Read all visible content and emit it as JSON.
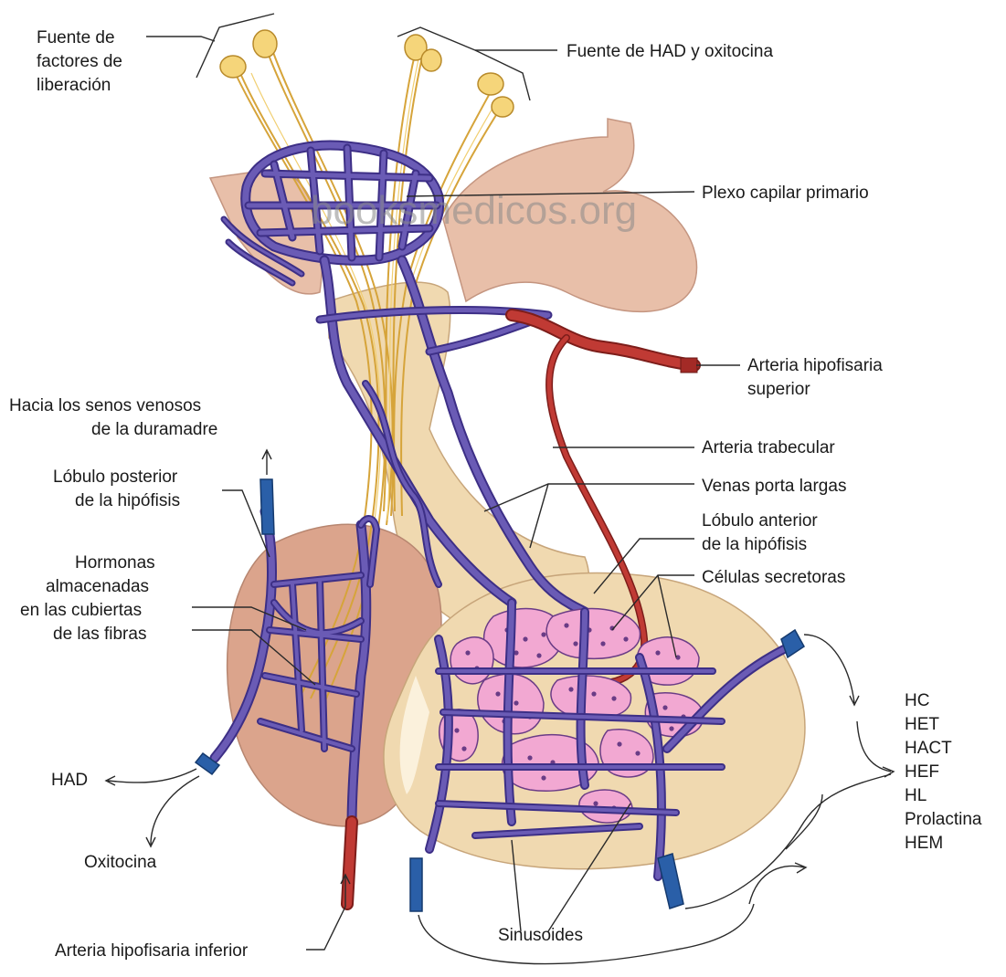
{
  "diagram": {
    "watermark": "booksmedicos.org",
    "labels": {
      "fuente_factores": [
        "Fuente de",
        "factores de",
        "liberación"
      ],
      "fuente_had": "Fuente de HAD y oxitocina",
      "plexo": "Plexo capilar primario",
      "arteria_sup": [
        "Arteria hipofisaria",
        "superior"
      ],
      "hacia_senos": [
        "Hacia los senos venosos",
        "de la duramadre"
      ],
      "lobulo_post": [
        "Lóbulo posterior",
        "de la hipófisis"
      ],
      "arteria_trab": "Arteria trabecular",
      "venas_porta": "Venas porta largas",
      "lobulo_ant": [
        "Lóbulo anterior",
        "de la hipófisis"
      ],
      "hormonas": [
        "Hormonas",
        "almacenadas",
        "en las cubiertas",
        "de las fibras"
      ],
      "celulas": "Células secretoras",
      "had": "HAD",
      "oxitocina": "Oxitocina",
      "arteria_inf": "Arteria hipofisaria inferior",
      "sinusoides": "Sinusoides",
      "hormones_list": [
        "HC",
        "HET",
        "HACT",
        "HEF",
        "HL",
        "Prolactina",
        "HEM"
      ]
    }
  },
  "colors": {
    "vein": "#6a5bb5",
    "artery": "#c03a34",
    "fiber": "#d6a43a",
    "secretory_cells": "#f2a8d2",
    "anterior_lobe": "#f0d9b0",
    "posterior_lobe": "#dba48c"
  }
}
